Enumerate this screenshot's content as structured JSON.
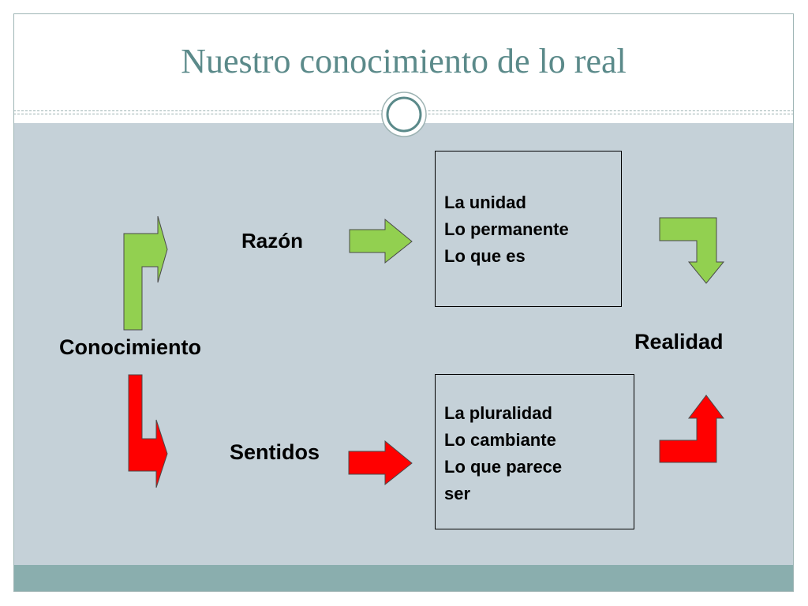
{
  "title": "Nuestro conocimiento de lo real",
  "nodes": {
    "conocimiento": "Conocimiento",
    "razon": "Razón",
    "sentidos": "Sentidos",
    "realidad": "Realidad"
  },
  "boxes": {
    "razon": [
      "La unidad",
      "Lo permanente",
      "Lo que es"
    ],
    "sentidos": [
      "La pluralidad",
      "Lo cambiante",
      "Lo que parece",
      "ser"
    ]
  },
  "colors": {
    "title": "#5b8a8a",
    "content_background": "#c5d1d8",
    "footer_bar": "#8aaeae",
    "green_arrow": "#92d050",
    "red_arrow": "#ff0000"
  }
}
